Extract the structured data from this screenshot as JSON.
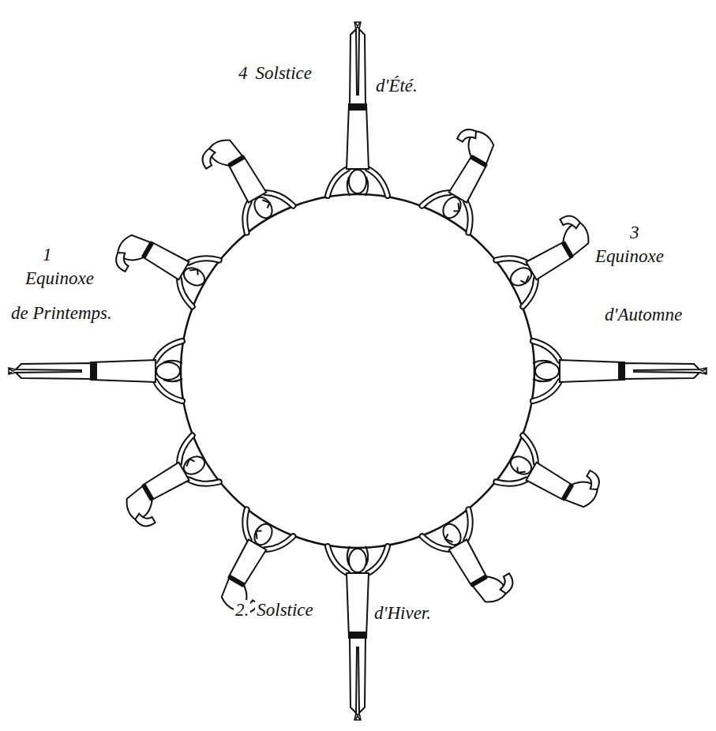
{
  "diagram": {
    "labels": [
      "4",
      "Solstice",
      "d'Été.",
      "1",
      "Equinoxe",
      "de Printemps.",
      "3",
      "Equinoxe",
      "d'Automne",
      "2.",
      "Solstice",
      "d'Hiver."
    ]
  }
}
